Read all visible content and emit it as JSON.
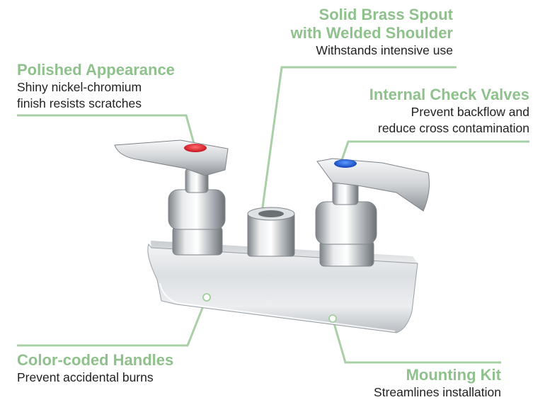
{
  "colors": {
    "accent": "#8fc18c",
    "line": "#a9cfa6",
    "text": "#222222",
    "hot": "#e0202c",
    "cold": "#1d5fd8",
    "chrome": "#d6d9dc"
  },
  "callouts": {
    "polished": {
      "title": "Polished Appearance",
      "desc1": "Shiny nickel-chromium",
      "desc2": "finish resists scratches"
    },
    "spout": {
      "title1": "Solid Brass Spout",
      "title2": "with Welded Shoulder",
      "desc1": "Withstands intensive use"
    },
    "check": {
      "title": "Internal Check Valves",
      "desc1": "Prevent backflow and",
      "desc2": "reduce cross contamination"
    },
    "color": {
      "title": "Color-coded Handles",
      "desc1": "Prevent accidental burns"
    },
    "mount": {
      "title": "Mounting Kit",
      "desc1": "Streamlines installation"
    }
  }
}
